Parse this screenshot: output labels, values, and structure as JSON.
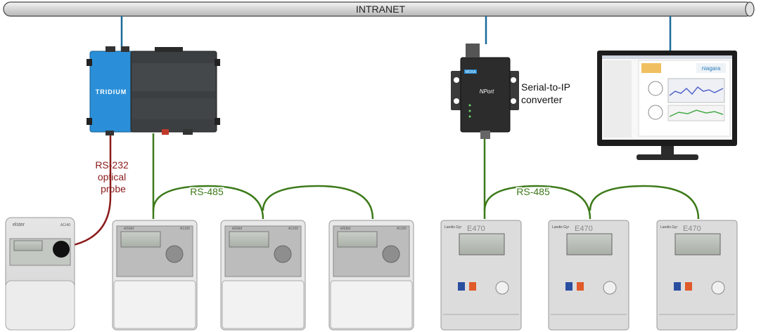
{
  "network": {
    "label": "INTRANET"
  },
  "links": {
    "optical": {
      "label_lines": [
        "RS-232",
        "optical",
        "probe"
      ],
      "color": "#8b1a1a"
    },
    "bus_left": {
      "label": "RS-485",
      "color": "#3d7a1a"
    },
    "bus_right": {
      "label": "RS-485",
      "color": "#3d7a1a"
    },
    "ethernet_color": "#1a6a9a"
  },
  "devices": {
    "controller": {
      "brand": "TRIDIUM",
      "color": "#2a8fd8"
    },
    "converter": {
      "label_lines": [
        "Serial-to-IP",
        "converter"
      ],
      "brand": "MOXA",
      "model": "NPort"
    },
    "workstation": {
      "logo": "niagara"
    },
    "meter_optical": {
      "brand": "elster",
      "model": "A1140"
    },
    "meters_left": [
      {
        "brand": "elster",
        "model": "A1100"
      },
      {
        "brand": "elster",
        "model": "A1100"
      },
      {
        "brand": "elster",
        "model": "A1100"
      }
    ],
    "meters_right": [
      {
        "brand": "Landis Gyr",
        "model": "E470"
      },
      {
        "brand": "Landis Gyr",
        "model": "E470"
      },
      {
        "brand": "Landis Gyr",
        "model": "E470"
      }
    ]
  }
}
